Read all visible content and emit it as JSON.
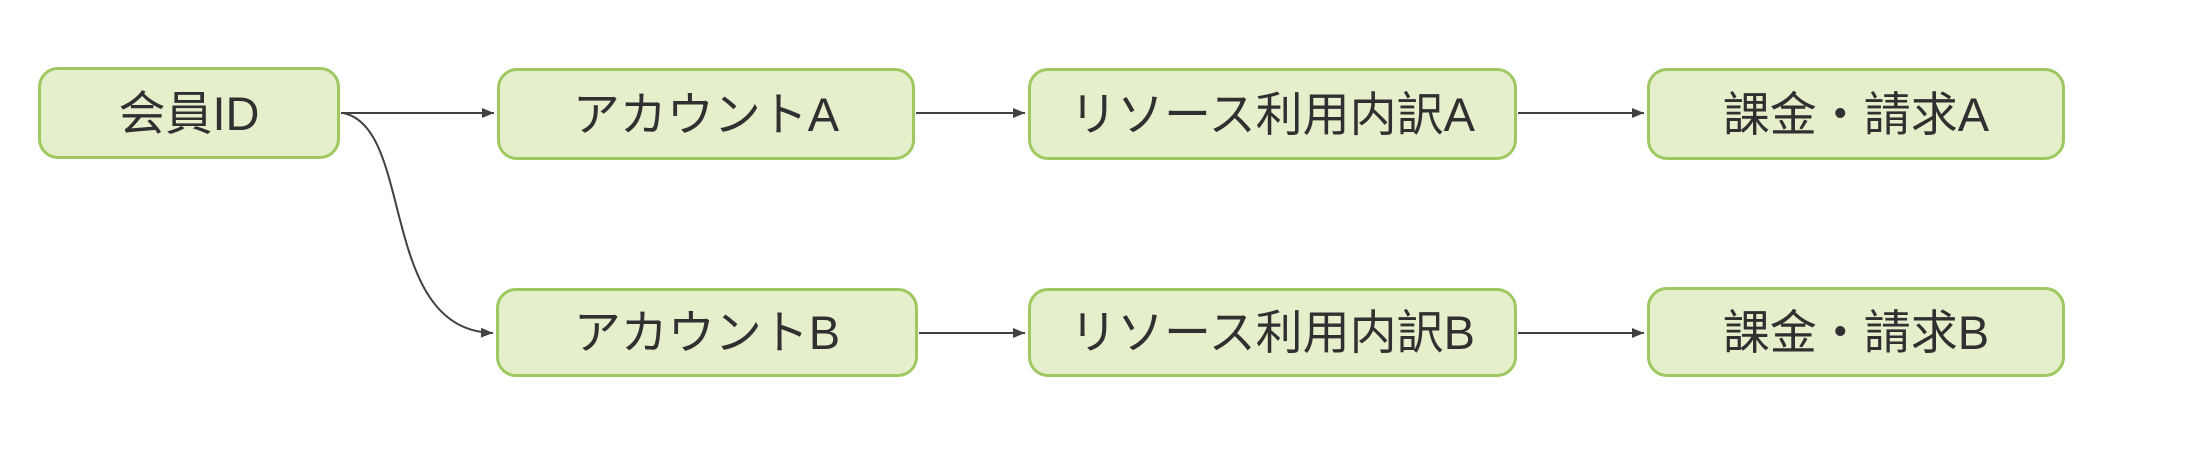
{
  "diagram": {
    "colors": {
      "background": "#ffffff",
      "node_fill": "#e6efcc",
      "node_border": "#9fc861",
      "connector": "#414141",
      "text_color": "#303030"
    },
    "nodes": [
      {
        "id": "member-id",
        "label": "会員ID"
      },
      {
        "id": "account-a",
        "label": "アカウントA"
      },
      {
        "id": "resource-usage-a",
        "label": "リソース利用内訳A"
      },
      {
        "id": "billing-a",
        "label": "課金・請求A"
      },
      {
        "id": "account-b",
        "label": "アカウントB"
      },
      {
        "id": "resource-usage-b",
        "label": "リソース利用内訳B"
      },
      {
        "id": "billing-b",
        "label": "課金・請求B"
      }
    ],
    "connectors": [
      {
        "from": "member-id",
        "to": "account-a",
        "shape": "straight",
        "arrow": "end"
      },
      {
        "from": "member-id",
        "to": "account-b",
        "shape": "curved",
        "arrow": "end"
      },
      {
        "from": "account-a",
        "to": "resource-usage-a",
        "shape": "straight",
        "arrow": "end"
      },
      {
        "from": "resource-usage-a",
        "to": "billing-a",
        "shape": "straight",
        "arrow": "end"
      },
      {
        "from": "account-b",
        "to": "resource-usage-b",
        "shape": "straight",
        "arrow": "end"
      },
      {
        "from": "resource-usage-b",
        "to": "billing-b",
        "shape": "straight",
        "arrow": "end"
      }
    ]
  }
}
